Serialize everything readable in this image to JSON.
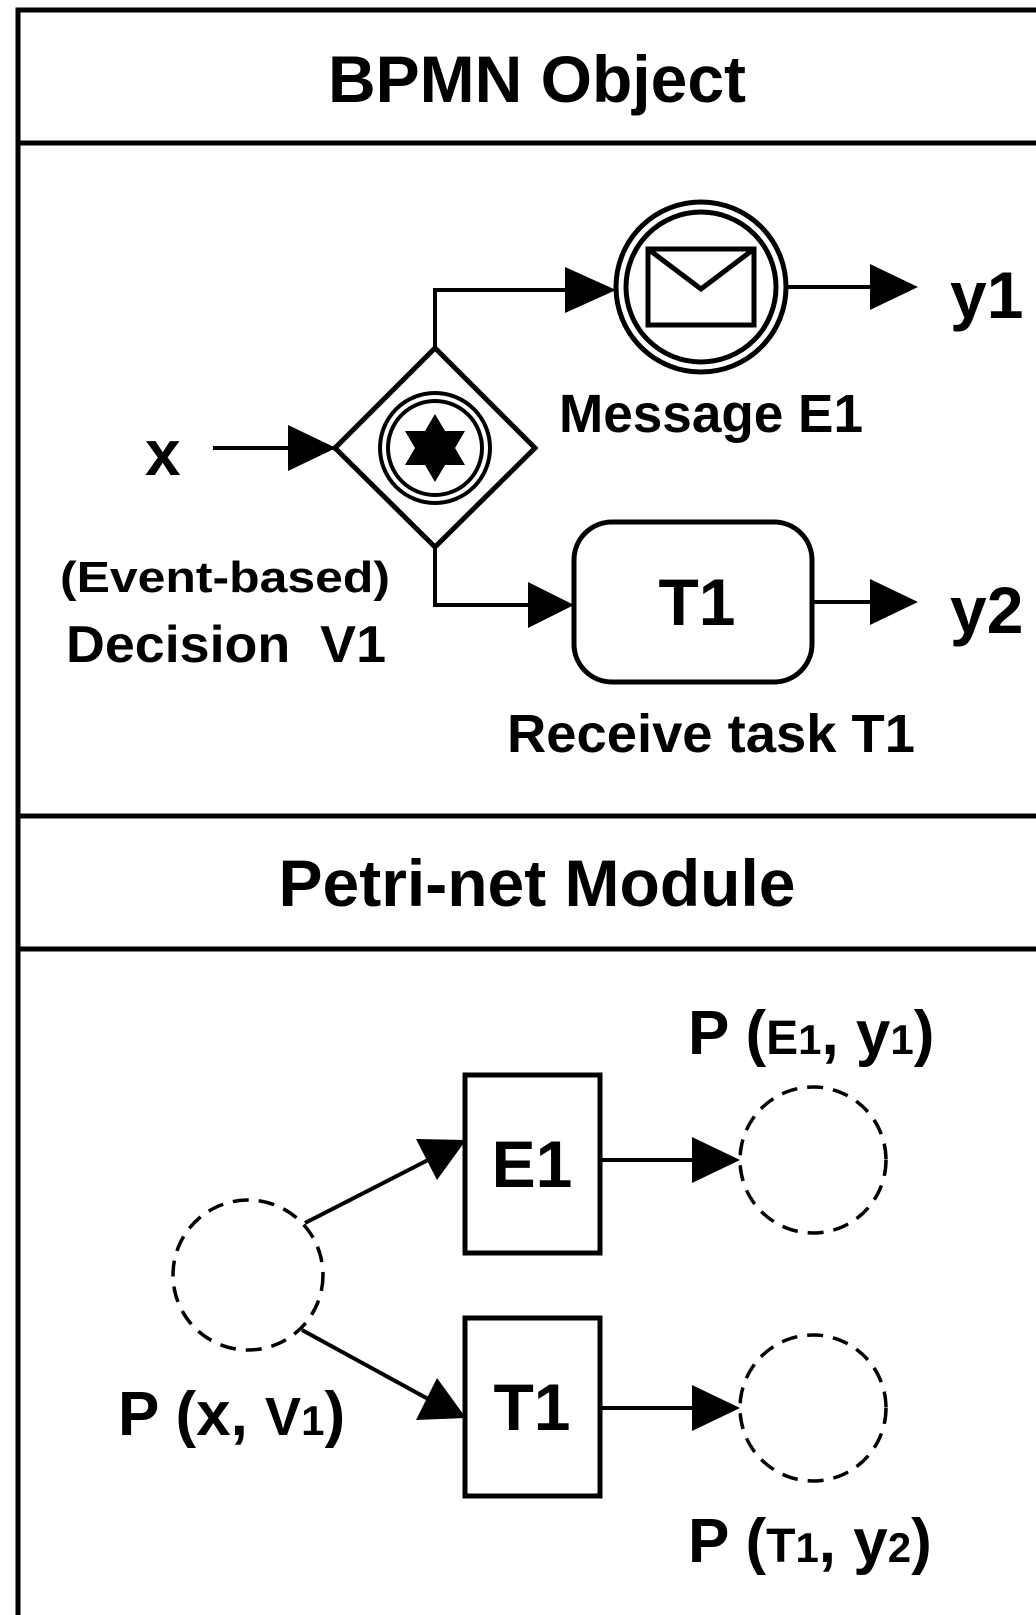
{
  "panels": {
    "top_title": "BPMN Object",
    "bottom_title": "Petri-net Module"
  },
  "bpmn": {
    "input": "x",
    "gateway_label_line1": "(Event-based)",
    "gateway_label_line2": "Decision  V1",
    "event_label": "Message E1",
    "task_text": "T1",
    "task_label": "Receive task T1",
    "output1": "y1",
    "output2": "y2"
  },
  "petri": {
    "transition1": "E1",
    "transition2": "T1",
    "place_in": {
      "pre": "P (",
      "var": "x, ",
      "n": "V",
      "sub": "1",
      "post": ")"
    },
    "place_out1": {
      "pre": "P (",
      "a": "E",
      "a_sub": "1",
      "mid": ", y",
      "b_sub": "1",
      "post": ")"
    },
    "place_out2": {
      "pre": "P (",
      "a": "T",
      "a_sub": "1",
      "mid": ", y",
      "b_sub": "2",
      "post": ")"
    }
  }
}
